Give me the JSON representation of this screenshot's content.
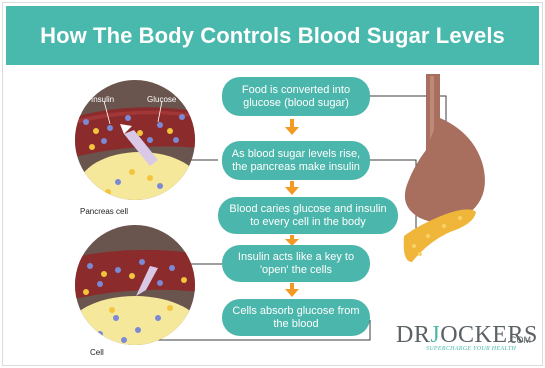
{
  "header": {
    "title": "How The Body Controls Blood Sugar Levels"
  },
  "steps": [
    "Food is converted into glucose (blood sugar)",
    "As blood sugar levels rise, the pancreas make insulin",
    "Blood caries glucose and insulin to every cell in the body",
    "Insulin acts like a key to 'open' the cells",
    "Cells absorb glucose from the blood"
  ],
  "labels": {
    "insulin": "Insulin",
    "glucose": "Glucose",
    "pancreas_cell": "Pancreas cell",
    "cell": "Cell"
  },
  "logo": {
    "brand_prefix": "DR",
    "brand_j": "J",
    "brand_suffix": "OCKERS",
    "domain": ".COM",
    "tagline": "SUPERCHARGE YOUR HEALTH"
  },
  "colors": {
    "header_bg": "#49b8ad",
    "step_bg": "#4bb6ab",
    "arrow": "#f29a24",
    "vessel": "#8b2b2b",
    "cell_fill": "#f6e89a",
    "tissue": "#6a554e",
    "stomach": "#a86f5f",
    "pancreas": "#f0b63a"
  }
}
